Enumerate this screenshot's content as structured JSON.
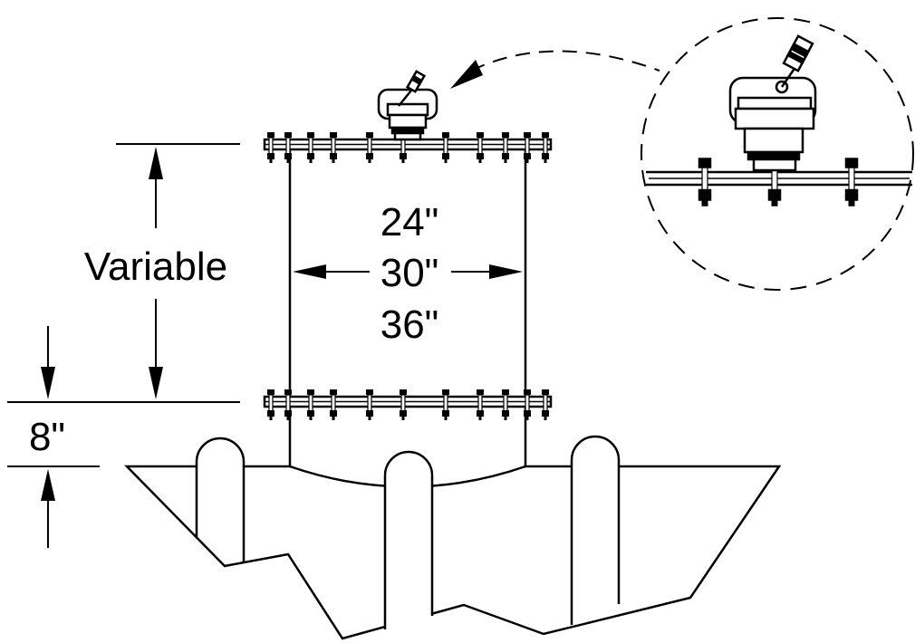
{
  "labels": {
    "height": "Variable",
    "base_offset": "8\"",
    "diameters": [
      "24\"",
      "30\"",
      "36\""
    ]
  },
  "colors": {
    "line": "#000000",
    "background": "#ffffff"
  },
  "icons": {
    "arrow": "filled-triangle-arrowhead",
    "bolt": "hex-bolt"
  }
}
